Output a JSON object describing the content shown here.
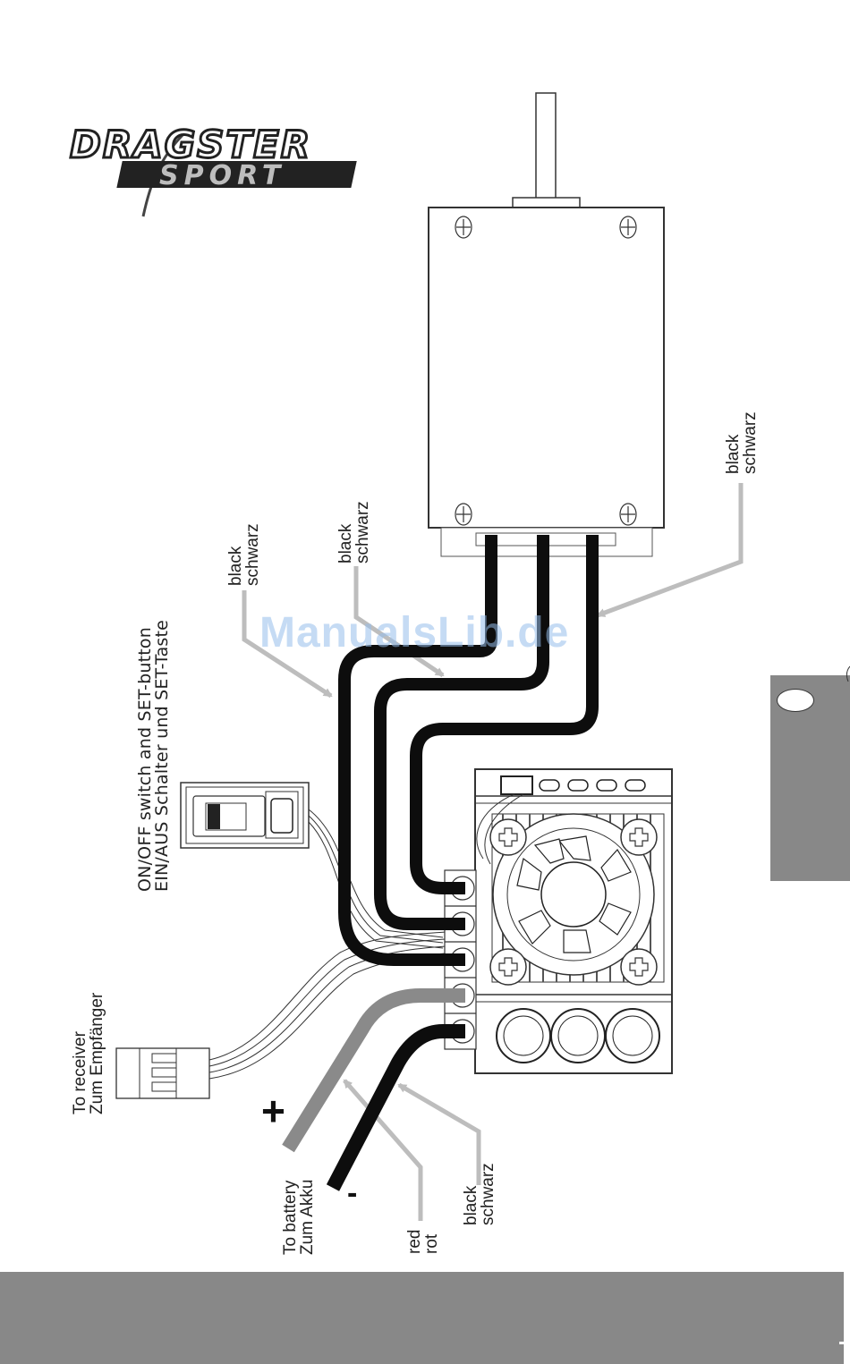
{
  "logo": {
    "line1": "DRAGSTER",
    "line2": "SPORT"
  },
  "watermark": "ManualsLib.de",
  "labels": {
    "motor_wire_1": {
      "en": "black",
      "de": "schwarz"
    },
    "motor_wire_2": {
      "en": "black",
      "de": "schwarz"
    },
    "motor_wire_3": {
      "en": "black",
      "de": "schwarz"
    },
    "switch": {
      "en": "ON/OFF switch and SET-button",
      "de": "EIN/AUS Schalter und SET-Taste"
    },
    "receiver": {
      "en": "To receiver",
      "de": "Zum Empfänger"
    },
    "battery": {
      "en": "To battery",
      "de": "Zum Akku"
    },
    "battery_red": {
      "en": "red",
      "de": "rot"
    },
    "battery_black": {
      "en": "black",
      "de": "schwarz"
    },
    "plus": "+",
    "minus": "-"
  },
  "colors": {
    "wire_black": "#0d0d0d",
    "wire_red_gray": "#8a8a8a",
    "leader_arrow": "#bdbdbd",
    "band_gray": "#888888",
    "watermark": "#a9c8ee"
  },
  "components": [
    "brushless-motor",
    "esc-with-fan",
    "on-off-switch",
    "receiver-plug",
    "battery-leads"
  ]
}
